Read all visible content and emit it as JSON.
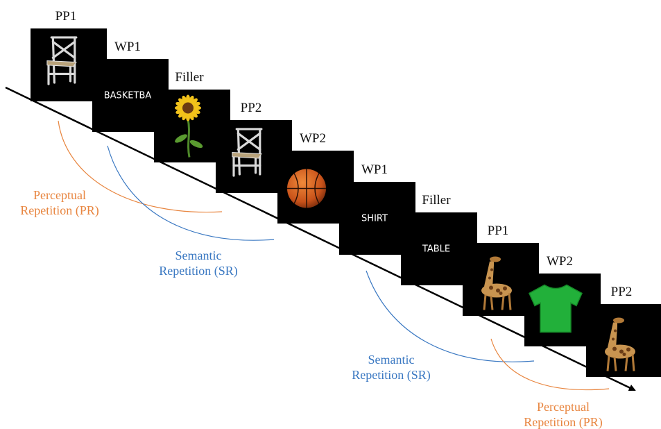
{
  "trials": [
    {
      "label": "PP1",
      "content": "chair-picture"
    },
    {
      "label": "WP1",
      "content": "word",
      "word": "BASKETBA"
    },
    {
      "label": "Filler",
      "content": "sunflower-picture"
    },
    {
      "label": "PP2",
      "content": "chair-picture"
    },
    {
      "label": "WP2",
      "content": "basketball-picture"
    },
    {
      "label": "WP1",
      "content": "word",
      "word": "SHIRT"
    },
    {
      "label": "Filler",
      "content": "word",
      "word": "TABLE"
    },
    {
      "label": "PP1",
      "content": "giraffe-picture"
    },
    {
      "label": "WP2",
      "content": "tshirt-picture"
    },
    {
      "label": "PP2",
      "content": "giraffe-picture"
    }
  ],
  "annotations": {
    "pr1": [
      "Perceptual",
      "Repetition (PR)"
    ],
    "sr1": [
      "Semantic",
      "Repetition (SR)"
    ],
    "sr2": [
      "Semantic",
      "Repetition (SR)"
    ],
    "pr2": [
      "Perceptual",
      "Repetition (PR)"
    ]
  },
  "colors": {
    "perceptual": "#e8853f",
    "semantic": "#3a78c2",
    "screen": "#000000"
  }
}
